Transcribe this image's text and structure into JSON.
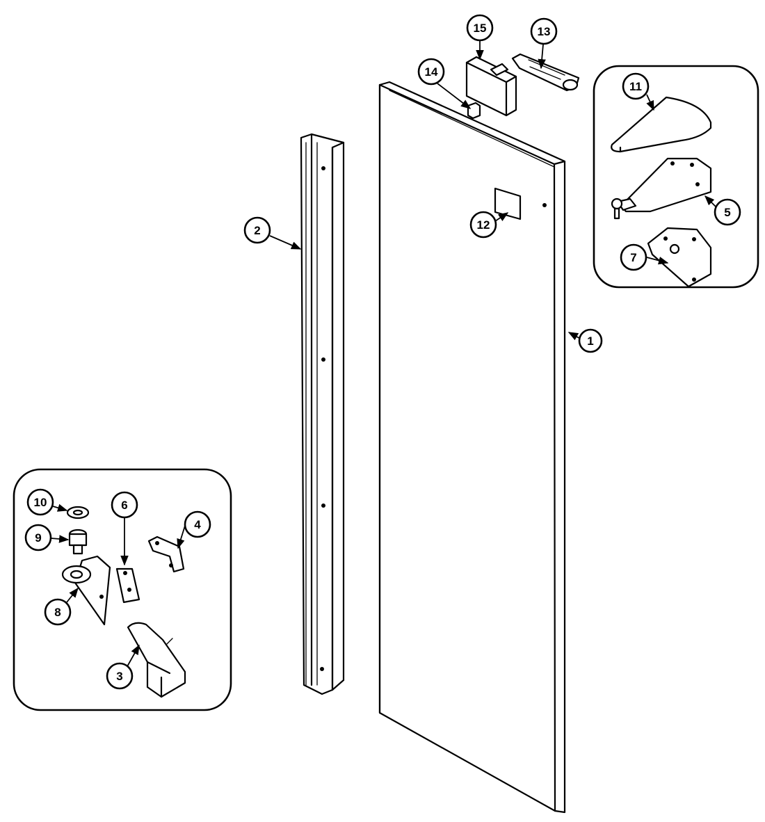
{
  "callouts": {
    "c1": "1",
    "c2": "2",
    "c3": "3",
    "c4": "4",
    "c5": "5",
    "c6": "6",
    "c7": "7",
    "c8": "8",
    "c9": "9",
    "c10": "10",
    "c11": "11",
    "c12": "12",
    "c13": "13",
    "c14": "14",
    "c15": "15"
  },
  "colors": {
    "ink": "#000000",
    "paper": "#ffffff"
  }
}
